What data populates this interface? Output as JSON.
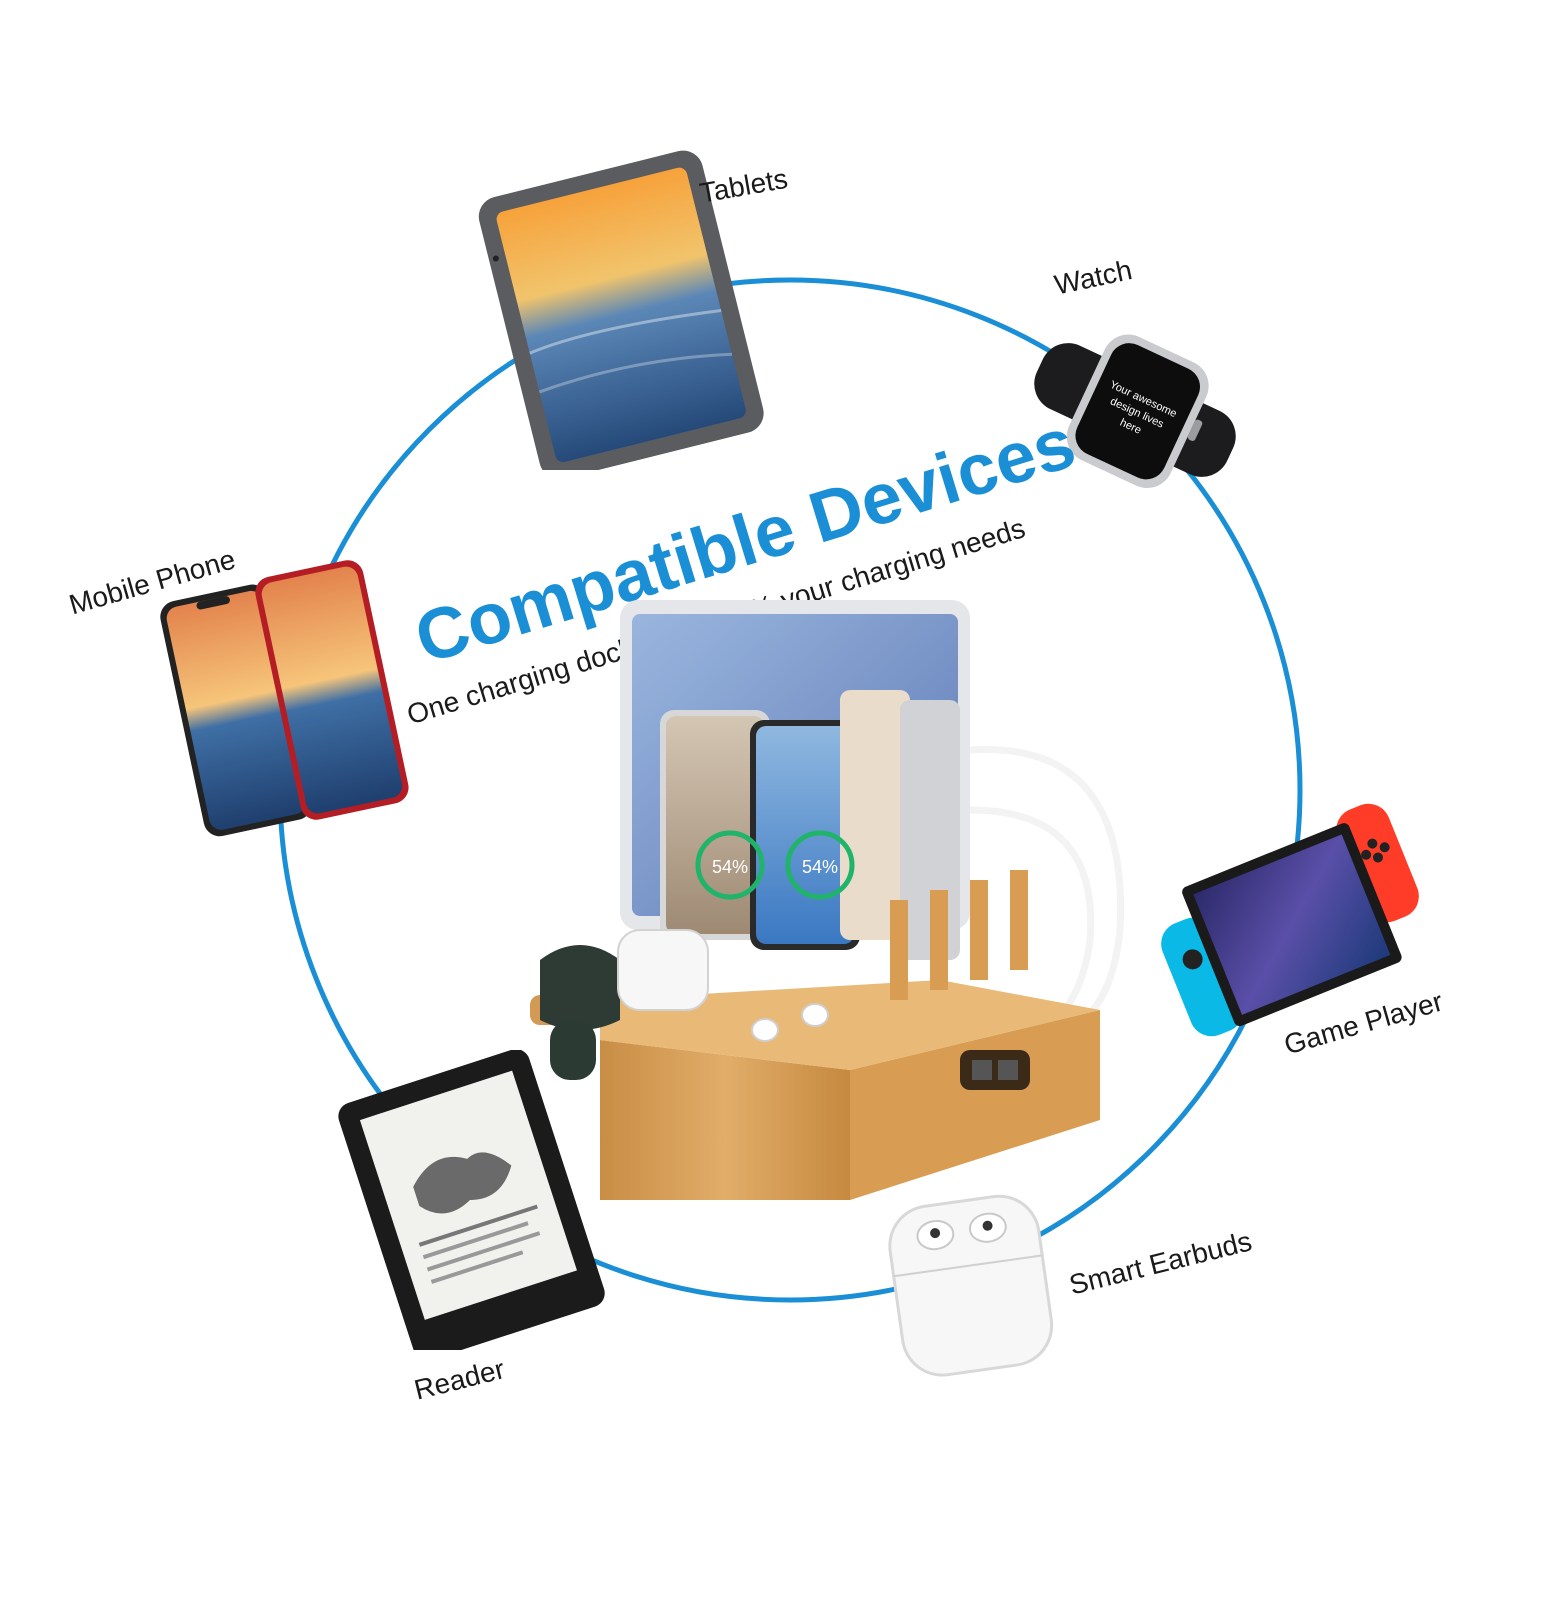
{
  "headline": {
    "title": "Compatible Devices",
    "subtitle": "One charging dock meets 95% your charging needs"
  },
  "colors": {
    "ring": "#1a8fd6",
    "headline": "#1a8fd6",
    "bamboo": "#d9a45c"
  },
  "devices": [
    {
      "label": "Tablets",
      "icon": "tablet-icon"
    },
    {
      "label": "Watch",
      "icon": "smartwatch-icon"
    },
    {
      "label": "Mobile Phone",
      "icon": "mobile-phone-icon"
    },
    {
      "label": "Game Player",
      "icon": "game-console-icon"
    },
    {
      "label": "Smart Earbuds",
      "icon": "earbuds-icon"
    },
    {
      "label": "Reader",
      "icon": "ereader-icon"
    }
  ],
  "dock": {
    "battery_left": "54%",
    "battery_right": "54%"
  }
}
